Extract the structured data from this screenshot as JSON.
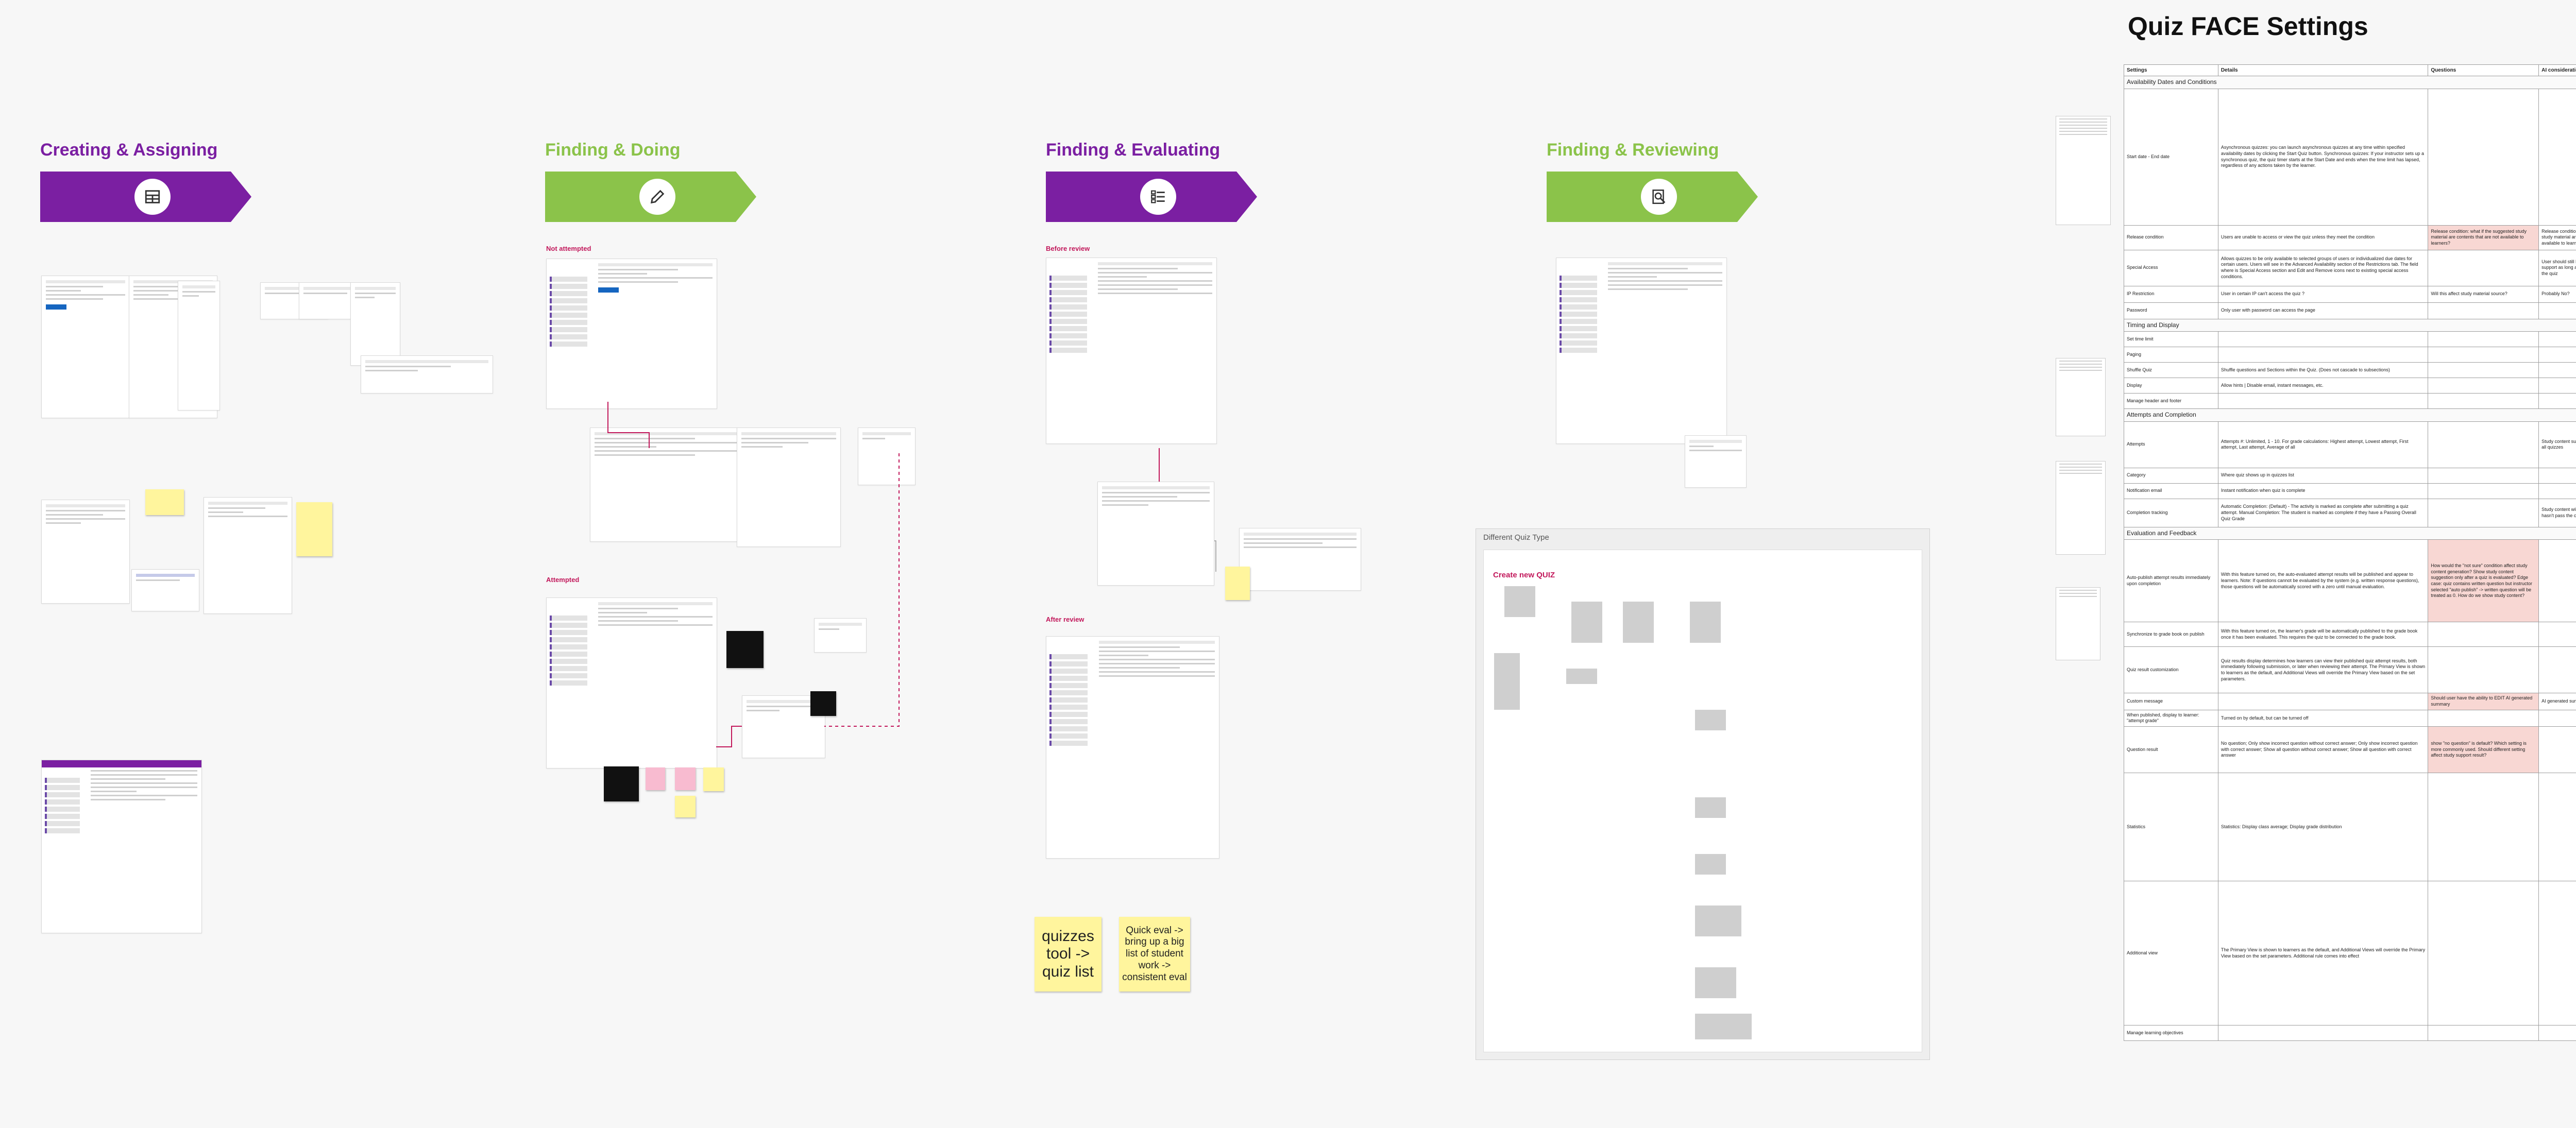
{
  "phases": [
    {
      "id": "creating",
      "title": "Creating & Assigning",
      "color": "#7b1fa2",
      "icon": "table-icon"
    },
    {
      "id": "finding-doing",
      "title": "Finding & Doing",
      "color": "#8bc34a",
      "icon": "pencil-icon"
    },
    {
      "id": "finding-evaluating",
      "title": "Finding & Evaluating",
      "color": "#7b1fa2",
      "icon": "checklist-icon"
    },
    {
      "id": "finding-reviewing",
      "title": "Finding & Reviewing",
      "color": "#8bc34a",
      "icon": "search-doc-icon"
    }
  ],
  "labels": {
    "not_attempted": "Not attempted",
    "attempted": "Attempted",
    "before_review": "Before review",
    "after_review": "After review"
  },
  "stickies": {
    "quizzes_tool": "quizzes tool -> quiz list",
    "quick_eval": "Quick eval -> bring up a big list of student work -> consistent eval"
  },
  "quiz_type": {
    "panel_title": "Different Quiz Type",
    "create_label": "Create new QUIZ"
  },
  "doc": {
    "title": "Quiz FACE Settings",
    "headers": [
      "Settings",
      "Details",
      "Questions",
      "AI consideration"
    ],
    "groups": [
      {
        "name": "Availability Dates and Conditions",
        "rows": [
          {
            "setting": "Start date - End date",
            "details": "Asynchronous quizzes: you can launch asynchronous quizzes at any time within specified availability dates by clicking the Start Quiz button. Synchronous quizzes: If your instructor sets up a synchronous quiz, the quiz timer starts at the Start Date and ends when the time limit has lapsed, regardless of any actions taken by the learner.",
            "questions": "",
            "ai": ""
          },
          {
            "setting": "Release condition",
            "details": "Users are unable to access or view the quiz unless they meet the condition",
            "questions": "Release condition: what if the suggested study material are contents that are not available to learners?",
            "ai": "Release condition: what if the suggested study material are contents that are not available to learners?",
            "q_hl": true
          },
          {
            "setting": "Special Access",
            "details": "Allows quizzes to be only available to selected groups of users or individualized due dates for certain users. Users will see in the Advanced Availability section of the Restrictions tab. The field where is Special Access section and Edit and Remove icons next to existing special access conditions.",
            "questions": "",
            "ai": "User should still be able to access study support as long as they have completed the quiz"
          },
          {
            "setting": "IP Restriction",
            "details": "User in certain IP can't access the quiz ?",
            "questions": "Will this affect study material source?",
            "ai": "Probably No?"
          },
          {
            "setting": "Password",
            "details": "Only user with password can access the page",
            "questions": "",
            "ai": ""
          }
        ]
      },
      {
        "name": "Timing and Display",
        "rows": [
          {
            "setting": "Set time limit",
            "details": "",
            "questions": "",
            "ai": ""
          },
          {
            "setting": "Paging",
            "details": "",
            "questions": "",
            "ai": ""
          },
          {
            "setting": "Shuffle Quiz",
            "details": "Shuffle questions and Sections within the Quiz. (Does not cascade to subsections)",
            "questions": "",
            "ai": ""
          },
          {
            "setting": "Display",
            "details": "Allow hints | Disable email, instant messages, etc.",
            "questions": "",
            "ai": ""
          },
          {
            "setting": "Manage header and footer",
            "details": "",
            "questions": "",
            "ai": ""
          }
        ]
      },
      {
        "name": "Attempts and Completion",
        "rows": [
          {
            "setting": "Attempts",
            "details": "Attempts #: Unlimited, 1 - 10. For grade calculations: Highest attempt, Lowest attempt, First attempt, Last attempt, Average of all",
            "questions": "",
            "ai": "Study content suggestion will show up for all quizzes"
          },
          {
            "setting": "Category",
            "details": "Where quiz shows up in quizzes list",
            "questions": "",
            "ai": ""
          },
          {
            "setting": "Notification email",
            "details": "Instant notification when quiz is complete",
            "questions": "",
            "ai": ""
          },
          {
            "setting": "Completion tracking",
            "details": "Automatic Completion: (Default) - The activity is marked as complete after submitting a quiz attempt. Manual Completion: The student is marked as complete if they have a Passing Overall Quiz Grade",
            "questions": "",
            "ai": "Study content will show up even if student hasn't pass the completion grade"
          }
        ]
      },
      {
        "name": "Evaluation and Feedback",
        "rows": [
          {
            "setting": "Auto-publish attempt results immediately upon completion",
            "details": "With this feature turned on, the auto-evaluated attempt results will be published and appear to learners. Note: If questions cannot be evaluated by the system (e.g. written response questions), those questions will be automatically scored with a zero until manual evaluation.",
            "questions": "How would the \"not sure\" condition affect study content generation? Show study content suggestion only after a quiz is evaluated? Edge case: quiz contains written question but instructor selected \"auto publish\" -> written question will be treated as 0. How do we show study content?",
            "ai": "",
            "q_hl": true
          },
          {
            "setting": "Synchronize to grade book on publish",
            "details": "With this feature turned on, the learner's grade will be automatically published to the grade book once it has been evaluated. This requires the quiz to be connected to the grade book.",
            "questions": "",
            "ai": ""
          },
          {
            "setting": "Quiz result customization",
            "details": "Quiz results display determines how learners can view their published quiz attempt results, both immediately following submission, or later when reviewing their attempt. The Primary View is shown to learners as the default, and Additional Views will override the Primary View based on the set parameters.",
            "questions": "",
            "ai": ""
          },
          {
            "setting": "Custom message",
            "details": "",
            "questions": "Should user have the ability to EDIT AI generated summary",
            "ai": "AI generated summary message",
            "q_hl": true
          },
          {
            "setting": "When published, display to learner: \"attempt grade\"",
            "details": "Turned on by default, but can be turned off",
            "questions": "",
            "ai": ""
          },
          {
            "setting": "Question result",
            "details": "No question; Only show incorrect question without correct answer; Only show incorrect question with correct answer; Show all question without correct answer; Show all question with correct answer",
            "questions": "show \"no question\" is default? Which setting is more commonly used. Should different setting affect study support result?",
            "ai": "",
            "q_hl": true
          },
          {
            "setting": "Statistics",
            "details": "Statistics: Display class average; Display grade distribution",
            "questions": "",
            "ai": ""
          },
          {
            "setting": "Additional view",
            "details": "The Primary View is shown to learners as the default, and Additional Views will override the Primary View based on the set parameters. Additional rule comes into effect",
            "questions": "",
            "ai": ""
          },
          {
            "setting": "Manage learning objectives",
            "details": "",
            "questions": "",
            "ai": ""
          }
        ]
      }
    ]
  }
}
